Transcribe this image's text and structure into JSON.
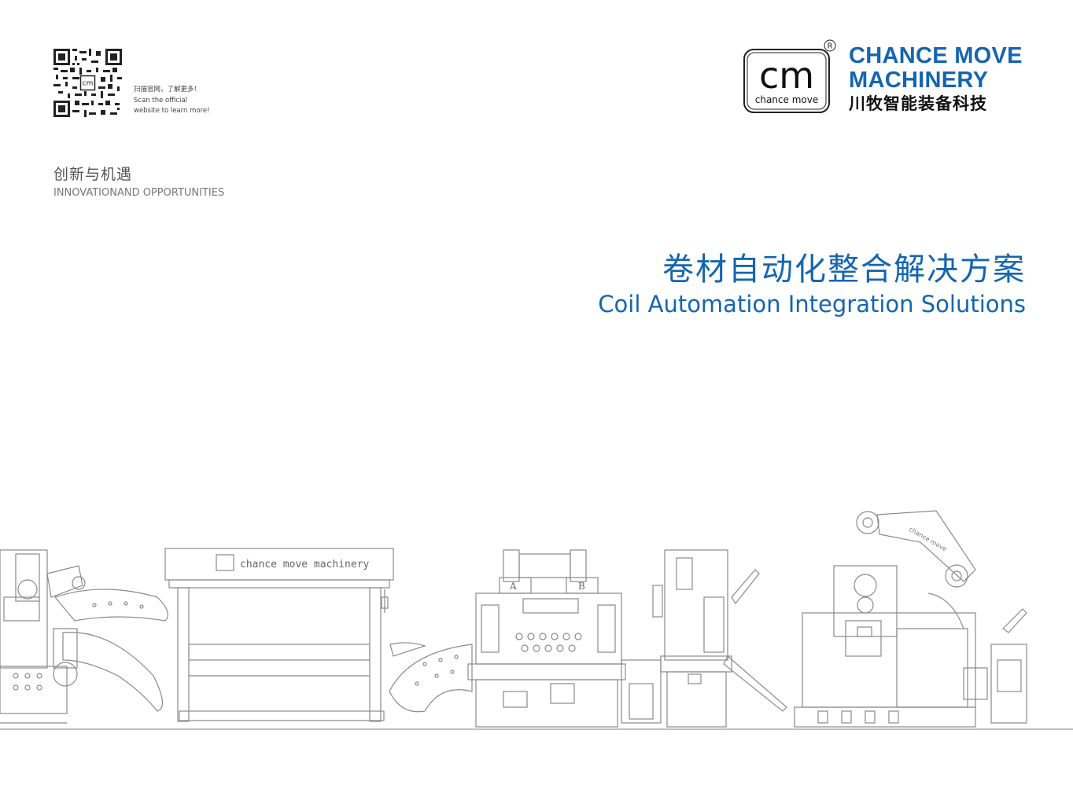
{
  "qr": {
    "caption_cn": "扫描官网，了解更多！",
    "caption_en_1": "Scan the official",
    "caption_en_2": "website to learn more!"
  },
  "slogan": {
    "cn": "创新与机遇",
    "en": "INNOVATIONAND OPPORTUNITIES"
  },
  "logo": {
    "mark": "cm",
    "wordmark": "chance move",
    "registered": "R"
  },
  "brand": {
    "line1": "CHANCE MOVE",
    "line2": "MACHINERY",
    "cn": "川牧智能装备科技"
  },
  "title": {
    "cn": "卷材自动化整合解决方案",
    "en": "Coil Automation Integration Solutions"
  },
  "machine": {
    "banner": "chance move machinery",
    "label_a": "A",
    "label_b": "B",
    "side_text": "chance move"
  },
  "colors": {
    "brand_blue": "#1565b0",
    "line_gray": "#8a8a8a"
  }
}
